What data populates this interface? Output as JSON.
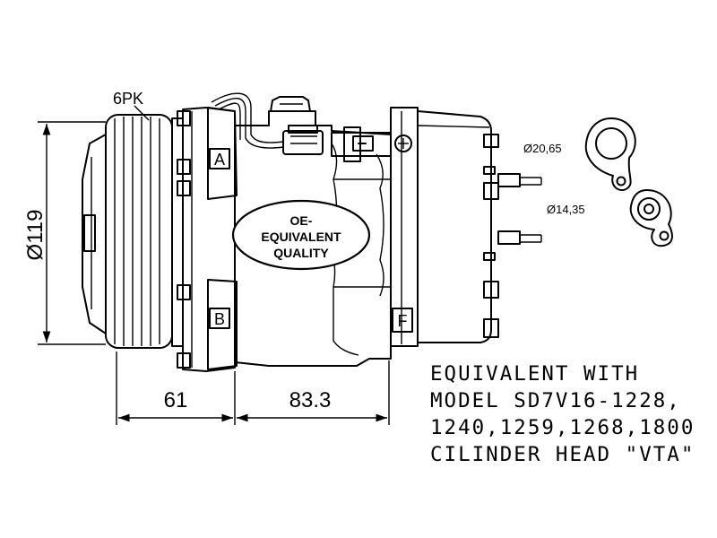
{
  "belt_label": "6PK",
  "dimensions": {
    "diameter": "Ø119",
    "clutch_length": "61",
    "body_length": "83.3"
  },
  "fittings": {
    "large": "Ø20,65",
    "small": "Ø14,35"
  },
  "markers": {
    "a": "A",
    "b": "B",
    "f": "F"
  },
  "badge": {
    "line1": "OE-",
    "line2": "EQUIVALENT",
    "line3": "QUALITY"
  },
  "note": {
    "line1": "EQUIVALENT WITH",
    "line2": "MODEL SD7V16-1228,",
    "line3": "1240,1259,1268,1800",
    "line4": "CILINDER HEAD \"VTA\""
  }
}
